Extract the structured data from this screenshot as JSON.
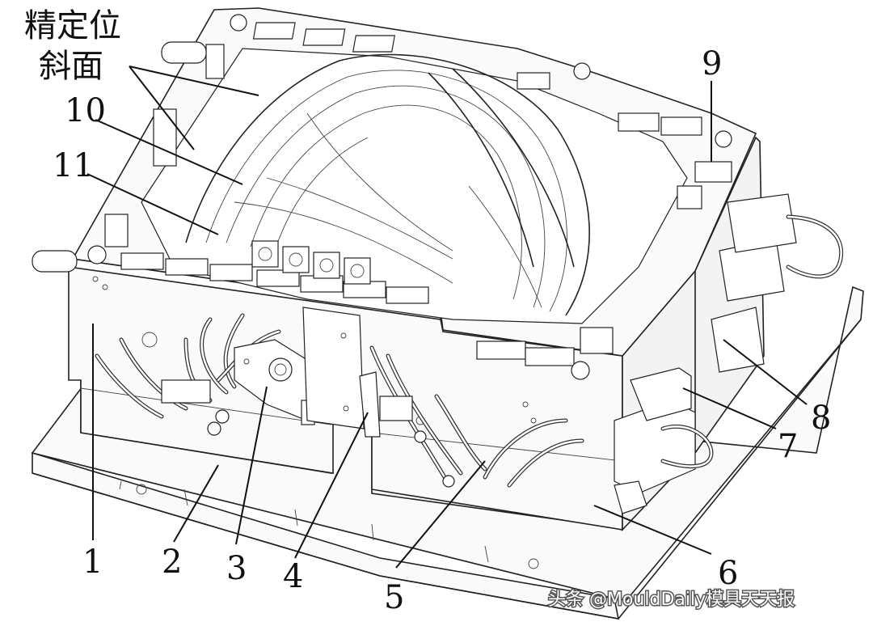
{
  "labels": {
    "fine_positioning_slope": [
      "精定位",
      "斜面"
    ],
    "n1": "1",
    "n2": "2",
    "n3": "3",
    "n4": "4",
    "n5": "5",
    "n6": "6",
    "n7": "7",
    "n8": "8",
    "n9": "9",
    "n10": "10",
    "n11": "11"
  },
  "watermark": "头条 @MouldDaily模具天天报"
}
